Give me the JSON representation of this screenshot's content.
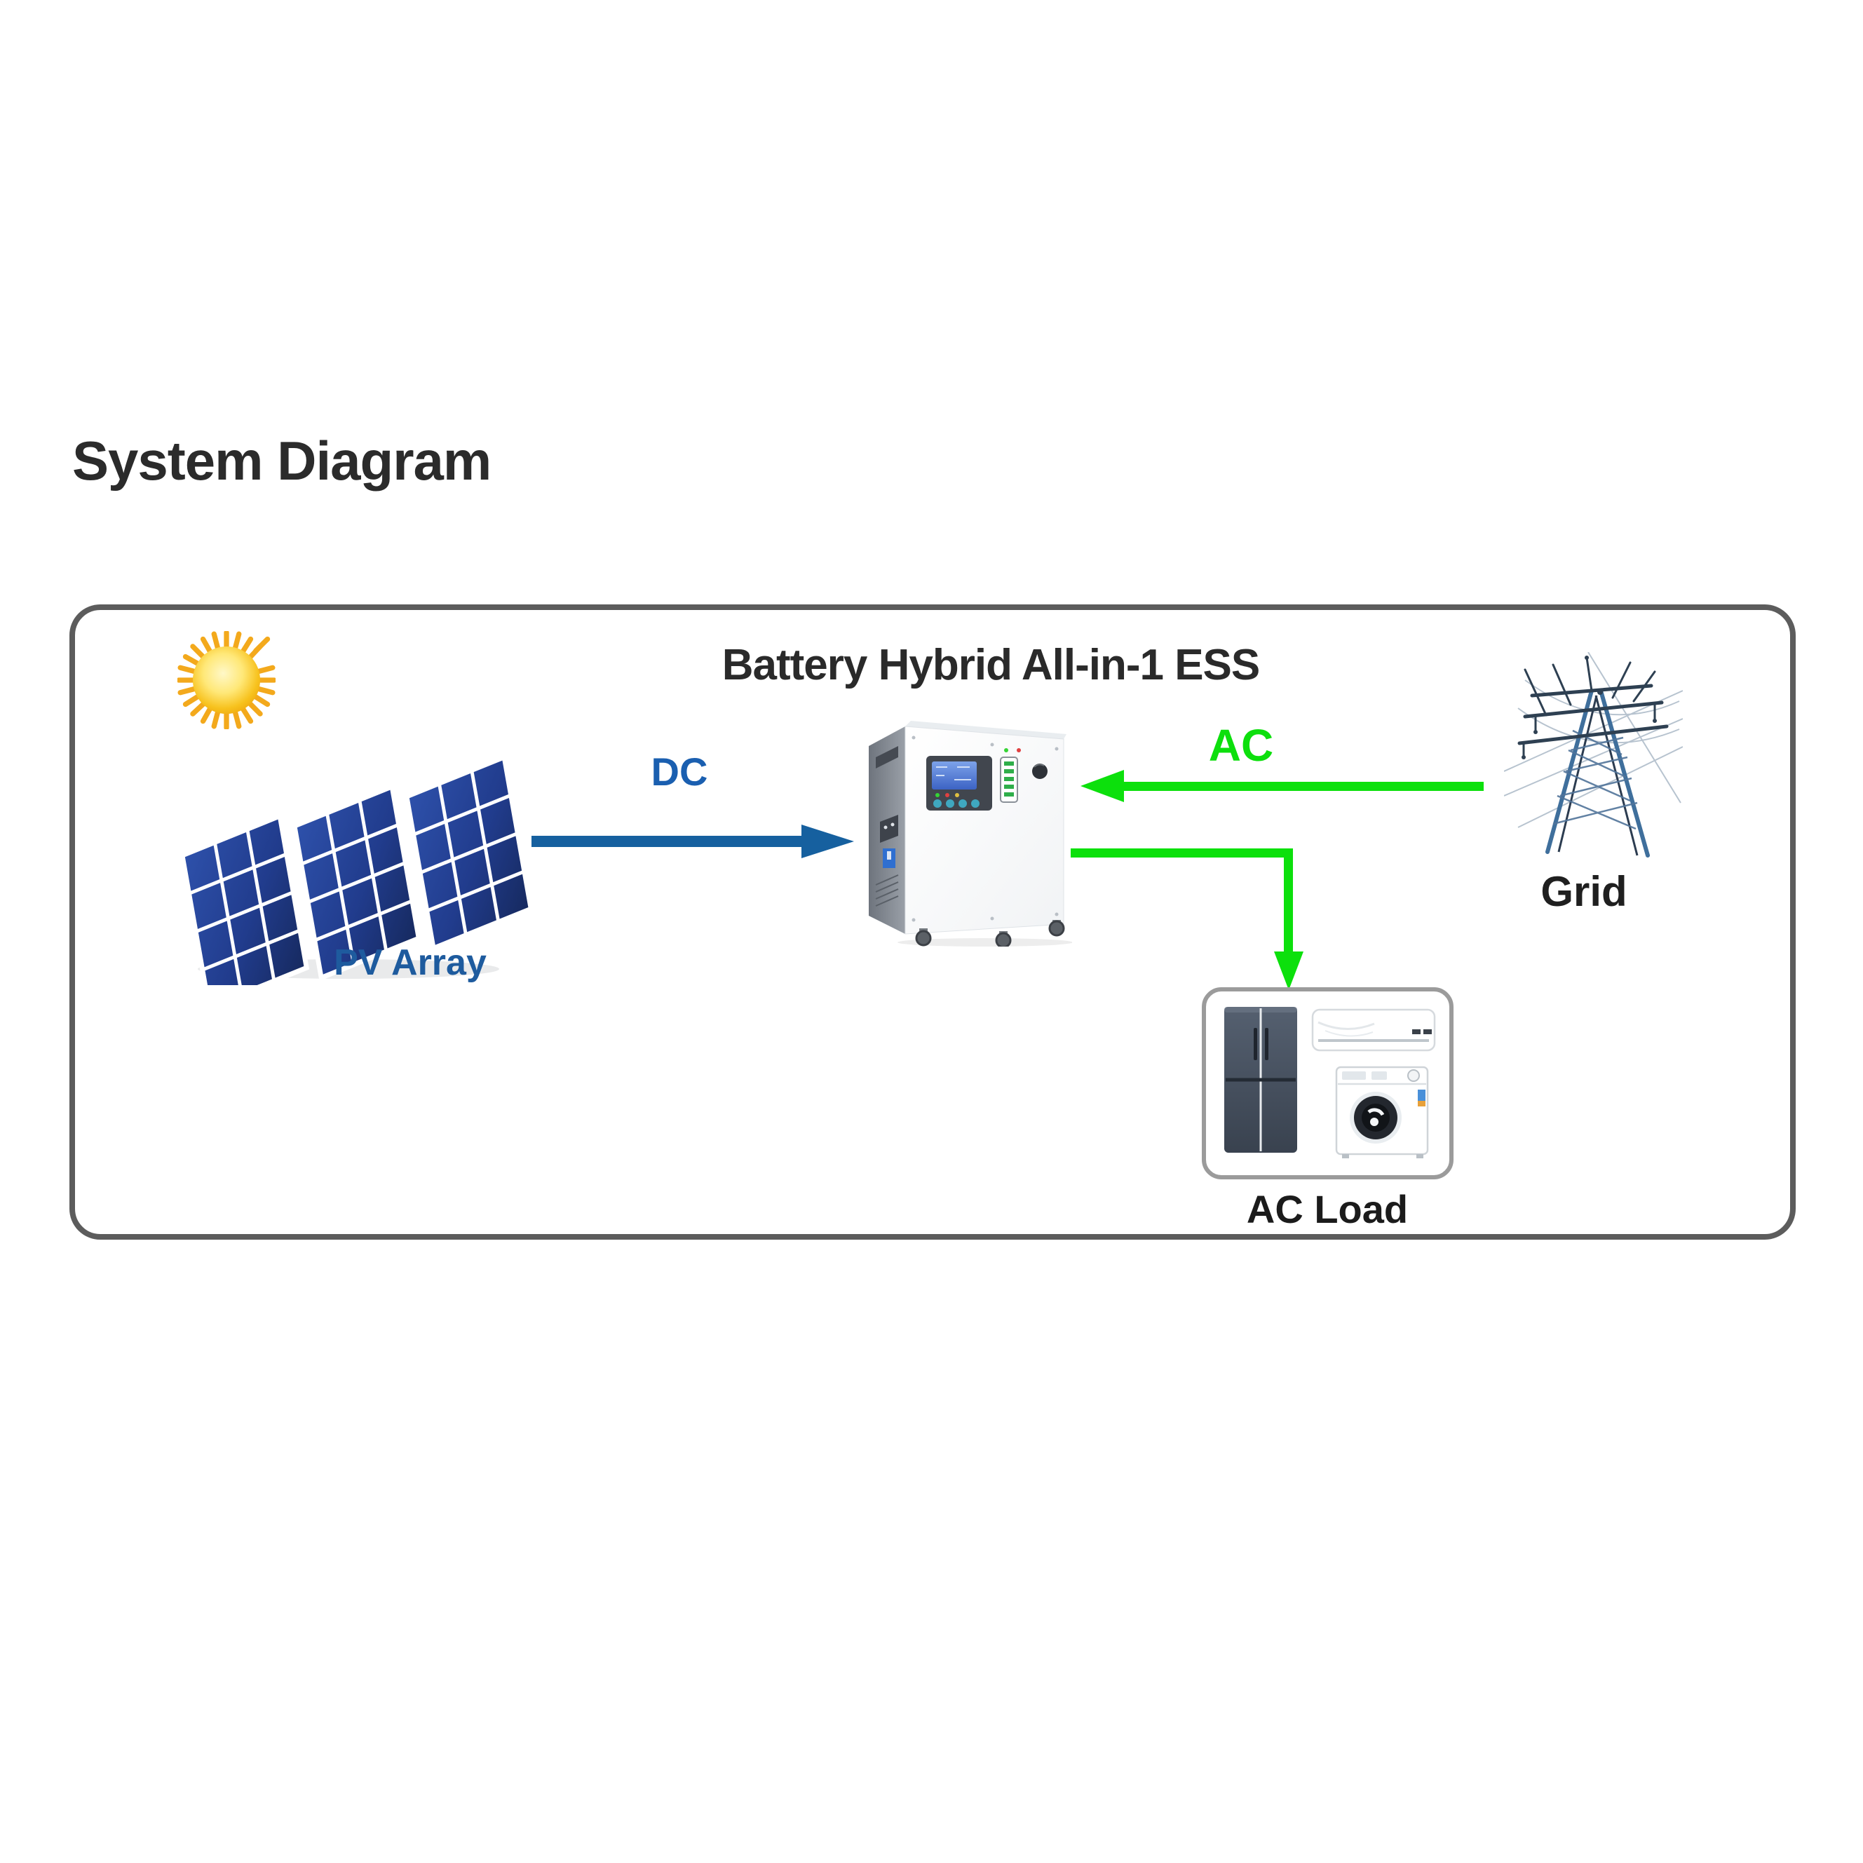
{
  "page": {
    "title": "System Diagram"
  },
  "diagram": {
    "ess": {
      "title": "Battery Hybrid All-in-1 ESS",
      "icon": "ess-inverter-battery-unit"
    },
    "pv": {
      "label": "PV Array",
      "label_color": "#1e5b9e",
      "icons": [
        "sun-icon",
        "solar-panels-icon"
      ]
    },
    "grid": {
      "label": "Grid",
      "icon": "transmission-tower-icon"
    },
    "ac_load": {
      "label": "AC Load",
      "icons": [
        "fridge-icon",
        "air-conditioner-icon",
        "washing-machine-icon"
      ]
    },
    "flows": {
      "dc": {
        "label": "DC",
        "color": "#16609f",
        "direction": "pv-array to ess"
      },
      "ac_in": {
        "label": "AC",
        "color": "#0ce00c",
        "direction": "grid to ess"
      },
      "ac_out": {
        "label": "",
        "color": "#0ce00c",
        "direction": "ess to ac-load"
      }
    }
  }
}
